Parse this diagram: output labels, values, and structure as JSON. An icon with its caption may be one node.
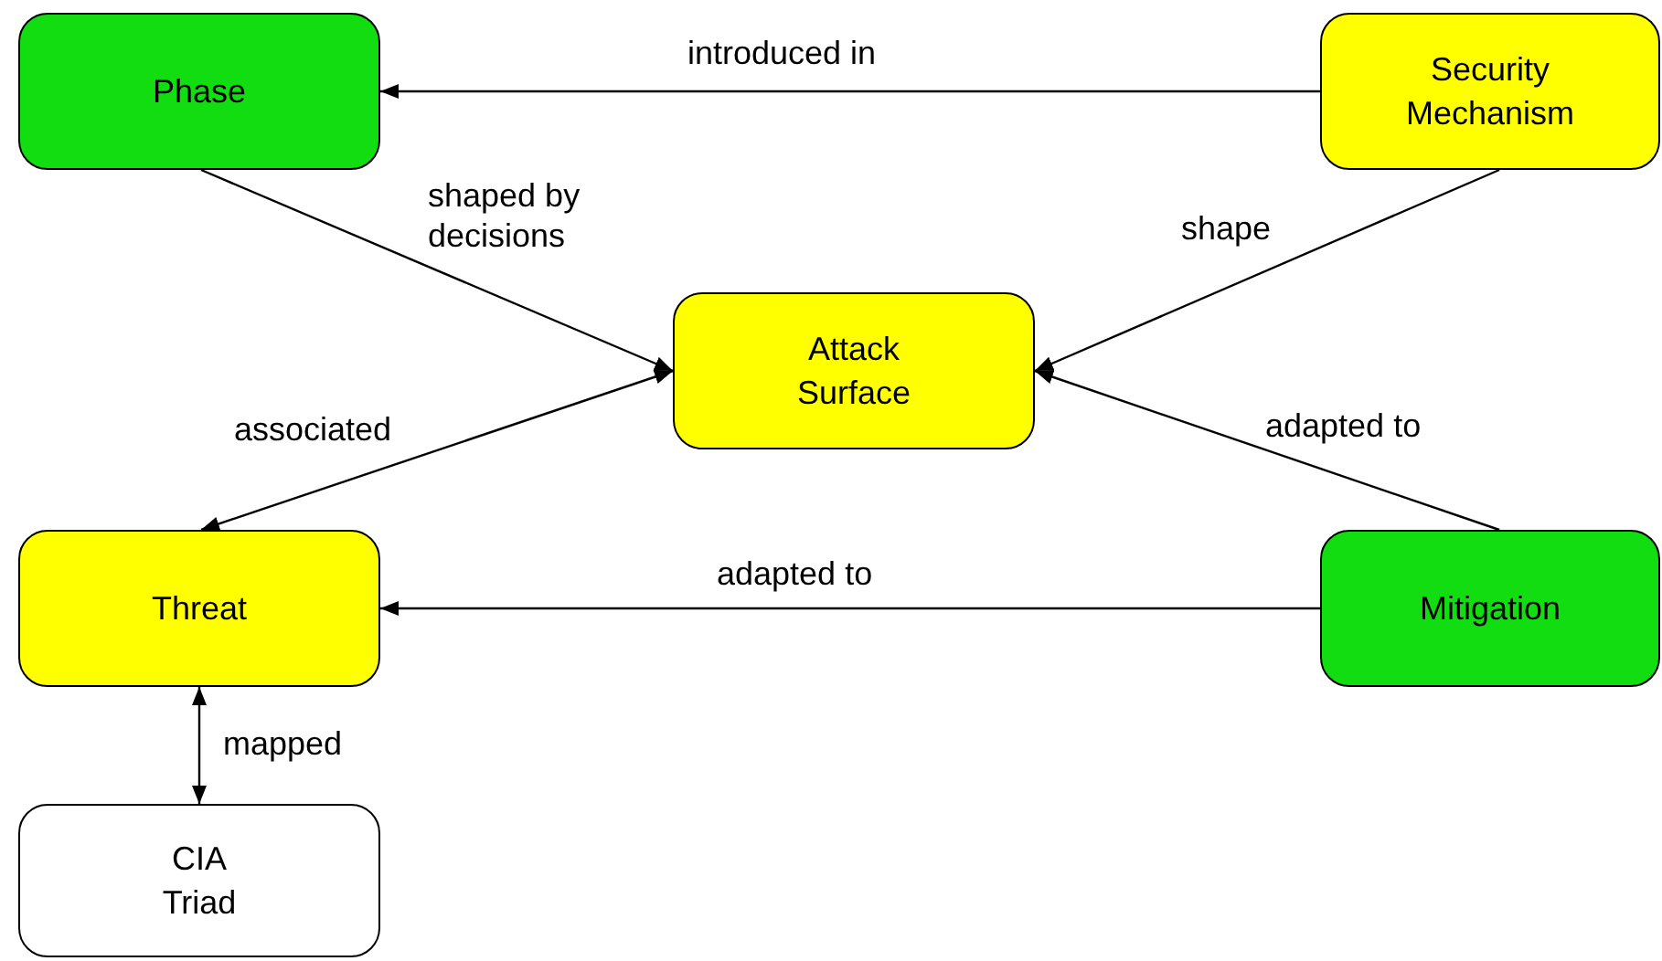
{
  "diagram": {
    "nodes": [
      {
        "text": [
          "Phase"
        ]
      },
      {
        "text": [
          "Security Mechanism"
        ]
      },
      {
        "text": [
          "Attack Surface"
        ]
      },
      {
        "text": [
          "Threat"
        ]
      },
      {
        "text": [
          "Mitigation"
        ]
      },
      {
        "text": [
          "CIA Triad"
        ]
      }
    ],
    "edges": [
      {
        "from": 1,
        "to": 0,
        "arrow": "to",
        "label": "introduced in"
      },
      {
        "from": 0,
        "to": 2,
        "arrow": "to",
        "label": "shaped by decisions"
      },
      {
        "from": 1,
        "to": 2,
        "arrow": "to",
        "label": "shape"
      },
      {
        "from": 4,
        "to": 2,
        "arrow": "to",
        "label": "adapted to"
      },
      {
        "from": 2,
        "to": 3,
        "arrow": "both",
        "label": "associated"
      },
      {
        "from": 4,
        "to": 3,
        "arrow": "to",
        "label": "adapted to"
      },
      {
        "from": 3,
        "to": 5,
        "arrow": "both",
        "label": "mapped"
      }
    ]
  }
}
